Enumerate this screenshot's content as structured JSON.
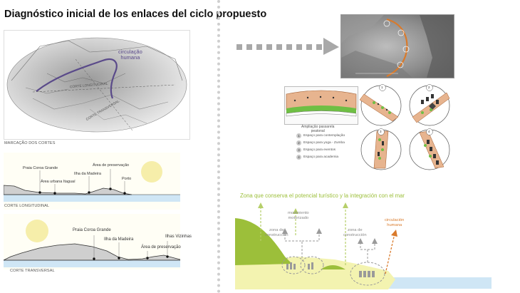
{
  "title": "Diagnóstico inicial de los enlaces del ciclo propuesto",
  "map_left": {
    "route_label_line1": "circulação",
    "route_label_line2": "humana",
    "cut_long_label": "CORTE LONGITUDINAL",
    "cut_trans_label": "CORTE TRANSVERSAL",
    "caption": "MARCAÇÃO DOS CORTES"
  },
  "section_long": {
    "labels": {
      "praia_coroa": "Praia Coroa Grande",
      "area_urbana": "Área urbana Itaguaí",
      "ilha_madeira": "Ilha da Madeira",
      "area_preservacao": "Área de preservação",
      "porto": "Porto"
    },
    "caption": "CORTE LONGITUDINAL"
  },
  "section_trans": {
    "labels": {
      "praia_coroa": "Praia Coroa Grande",
      "ilha_madeira": "Ilha da Madeira",
      "area_preservacao": "Área de preservação",
      "ilhas_vizinhas": "Ilhas Vizinhas"
    },
    "caption": "CORTE TRANSVERSAL"
  },
  "walkway": {
    "caption_line1": "Ampliação passarela",
    "caption_line2": "peatonal",
    "legend": [
      {
        "num": "1",
        "text": "Espaço para contemplação"
      },
      {
        "num": "2",
        "text": "Espaço para yoga - Zumba"
      },
      {
        "num": "3",
        "text": "Espaço para eventos"
      },
      {
        "num": "4",
        "text": "Espaço para academia"
      }
    ],
    "circle_numbers": [
      "1",
      "2",
      "3",
      "4"
    ]
  },
  "zone_diagram": {
    "headline": "Zona que conserva el potencial turístico y la integración con el mar",
    "movimento_line1": "movimiento",
    "movimento_line2": "motorizado",
    "zona1_line1": "zona de",
    "zona1_line2": "construcción",
    "zona2_line1": "zona de",
    "zona2_line2": "construcción",
    "circulacion_line1": "circulación",
    "circulacion_line2": "humana"
  },
  "colors": {
    "green": "#9cbf3a",
    "orange": "#d97a2b",
    "sea_blue": "#cfe6f5",
    "sand_yellow": "#f3f3b0",
    "sun_yellow": "#f6eeaa"
  }
}
